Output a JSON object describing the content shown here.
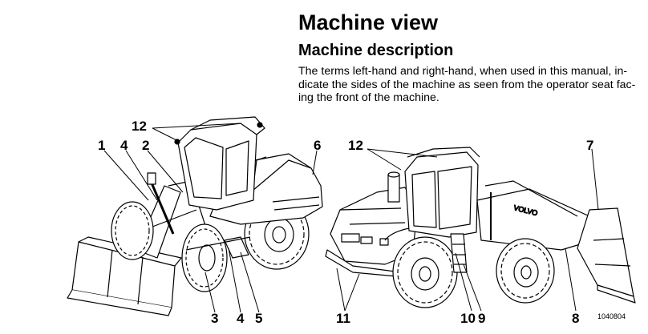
{
  "heading": "Machine view",
  "subheading": "Machine description",
  "description_lines": [
    "The terms left-hand and right-hand, when used in this manual, in-",
    "dicate the sides of the machine as seen from the operator seat fac-",
    "ing the front of the machine."
  ],
  "figure_left": {
    "callouts": [
      "12",
      "1",
      "4",
      "2",
      "6",
      "3",
      "4",
      "5"
    ]
  },
  "figure_right": {
    "callouts": [
      "12",
      "7",
      "11",
      "10",
      "9",
      "8"
    ]
  },
  "figure_id": "1040804"
}
